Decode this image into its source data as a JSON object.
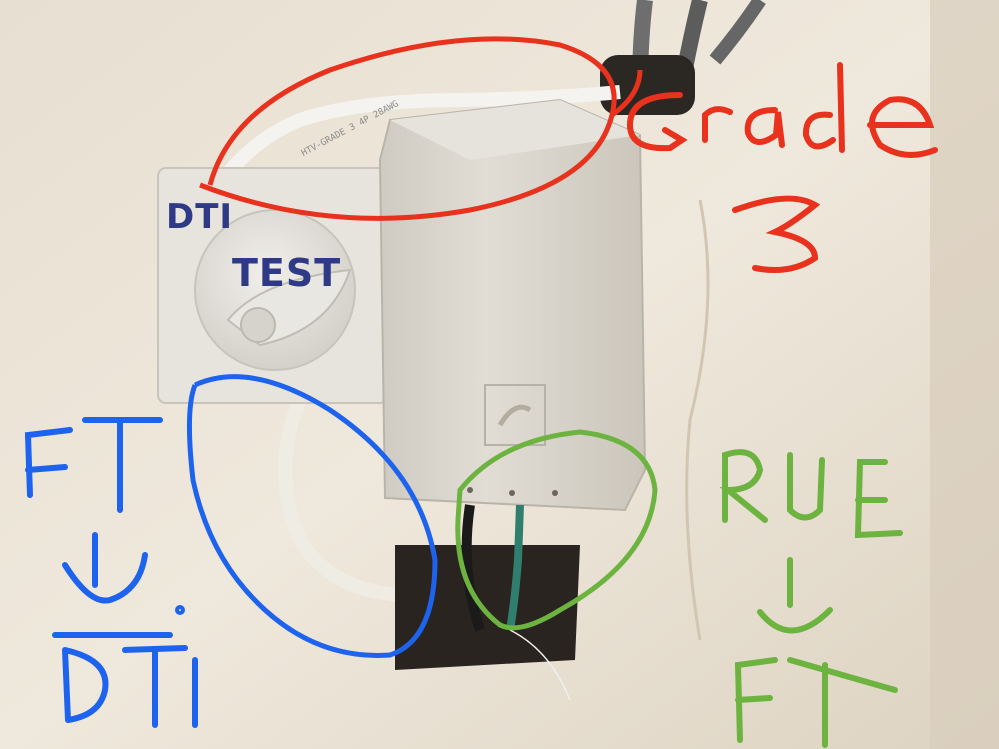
{
  "socket": {
    "brand_label": "DTI",
    "button_label": "TEST"
  },
  "cable": {
    "print_text": "HTV-GRADE 3 4P 28AWG"
  },
  "annotations": {
    "red": "Grade 3",
    "blue": "FT ↓ DTI",
    "green": "RUE ↓ FT"
  },
  "colors": {
    "wall": "#e9e2d6",
    "box": "#dcd8cf",
    "ink_red": "#e8321e",
    "ink_blue": "#1e63ee",
    "ink_green": "#6db33f",
    "logo_text": "#2f3a86"
  }
}
